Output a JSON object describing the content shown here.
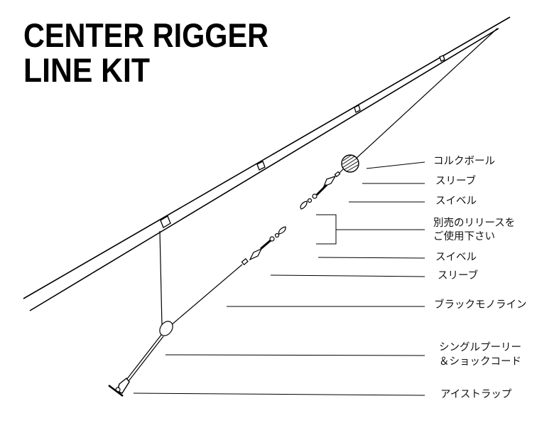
{
  "title": {
    "line1": "CENTER RIGGER",
    "line2": "LINE KIT"
  },
  "labels": {
    "cork_ball": "コルクボール",
    "sleeve_top": "スリーブ",
    "swivel_top": "スイベル",
    "release_1": "別売のリリースを",
    "release_2": "ご使用下さい",
    "swivel_bottom": "スイベル",
    "sleeve_bottom": "スリーブ",
    "black_mono_line": "ブラックモノライン",
    "pulley_1": "シングルプーリー",
    "pulley_2": "＆ショックコード",
    "eye_strap": "アイストラップ"
  }
}
